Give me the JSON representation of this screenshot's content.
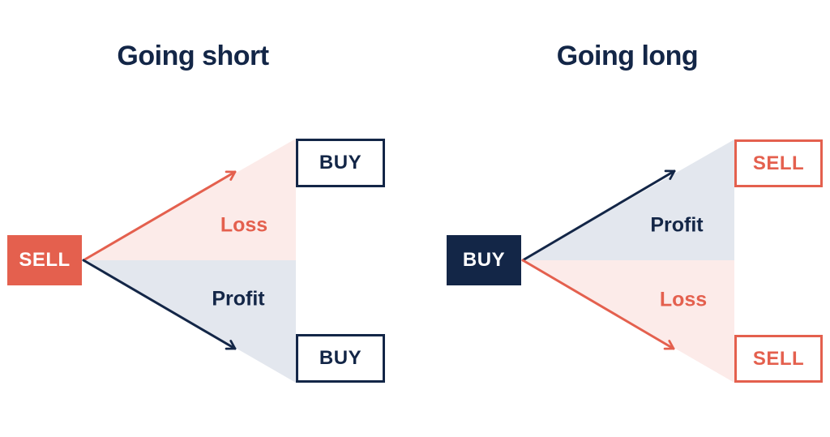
{
  "theme": {
    "navy": "#132647",
    "salmon": "#e4604e",
    "pink_fill": "#fcebe9",
    "gray_fill": "#e3e7ee",
    "background": "#ffffff"
  },
  "panels": [
    {
      "title": "Going short",
      "origin": {
        "label": "SELL"
      },
      "upper": {
        "zone_label": "Loss",
        "target": {
          "label": "BUY"
        }
      },
      "lower": {
        "zone_label": "Profit",
        "target": {
          "label": "BUY"
        }
      }
    },
    {
      "title": "Going long",
      "origin": {
        "label": "BUY"
      },
      "upper": {
        "zone_label": "Profit",
        "target": {
          "label": "SELL"
        }
      },
      "lower": {
        "zone_label": "Loss",
        "target": {
          "label": "SELL"
        }
      }
    }
  ]
}
